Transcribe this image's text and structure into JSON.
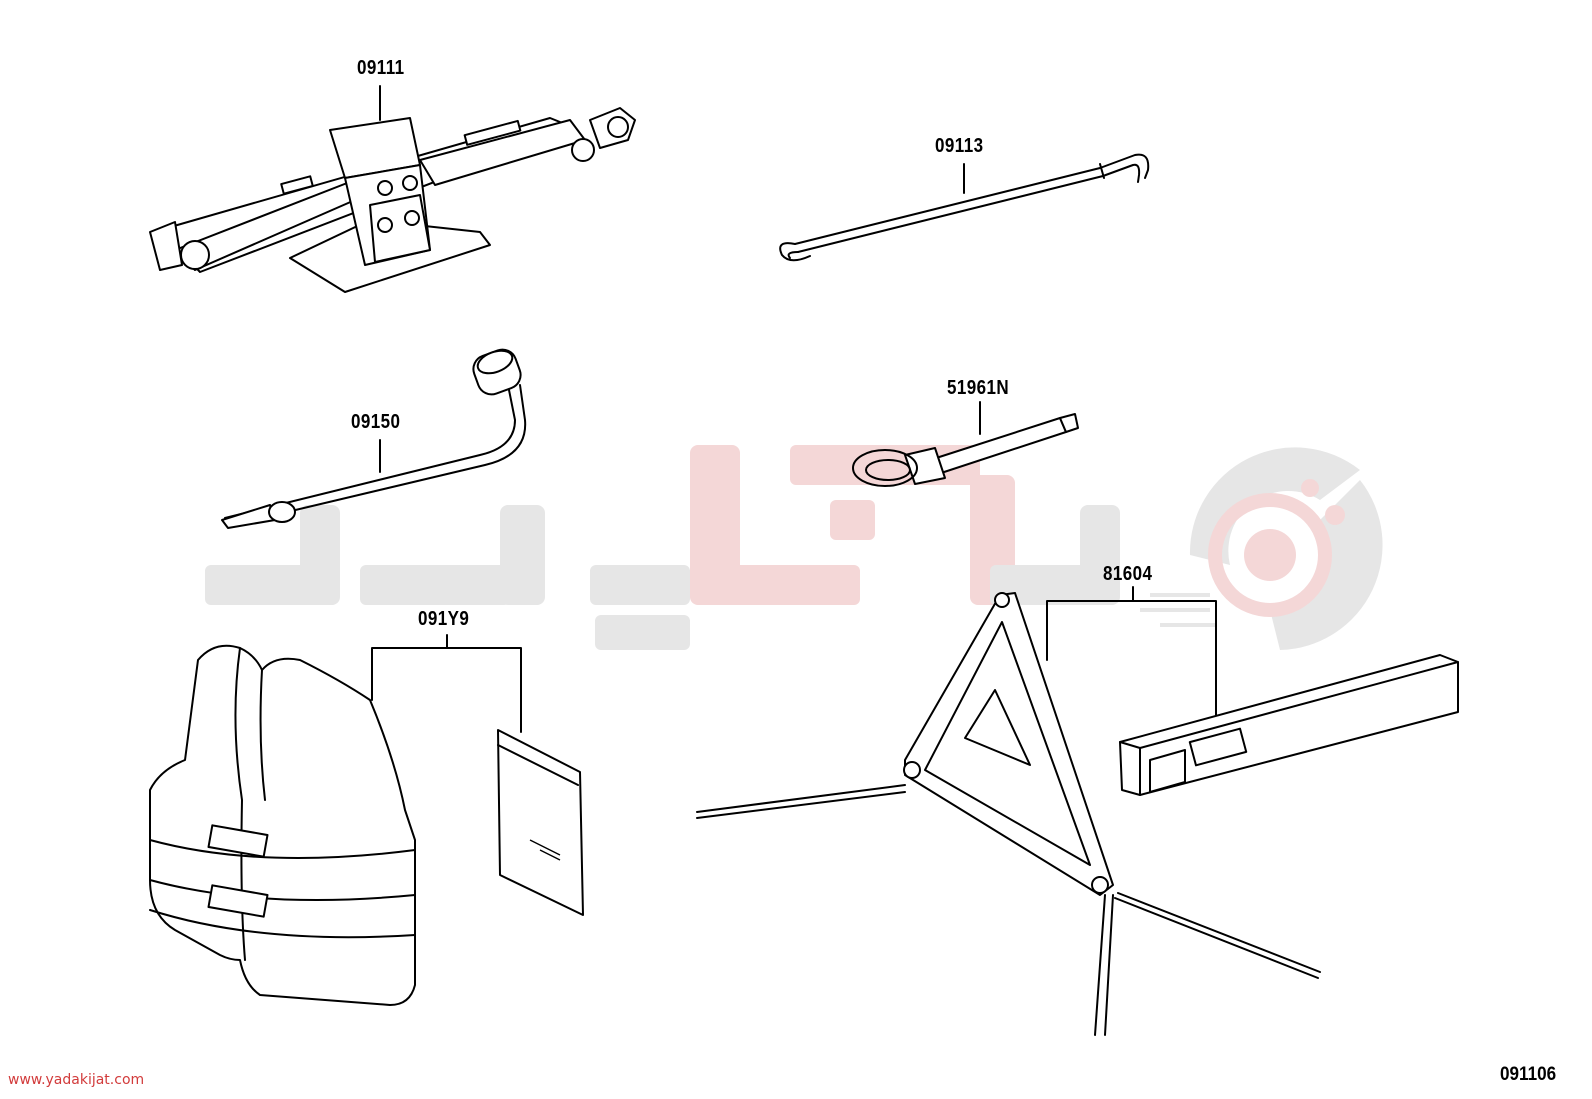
{
  "parts": [
    {
      "id": "jack",
      "label": "09111"
    },
    {
      "id": "jack-handle",
      "label": "09113"
    },
    {
      "id": "wheel-wrench",
      "label": "09150"
    },
    {
      "id": "towing-hook",
      "label": "51961N"
    },
    {
      "id": "safety-vest-kit",
      "label": "091Y9"
    },
    {
      "id": "warning-triangle",
      "label": "81604"
    }
  ],
  "footer": {
    "website": "www.yadakijat.com",
    "diagram_code": "091106"
  },
  "watermark": {
    "logo_name": "yadakijat-logo",
    "colors": {
      "gray": "#e6e6e6",
      "red": "#f4d7d7"
    }
  }
}
